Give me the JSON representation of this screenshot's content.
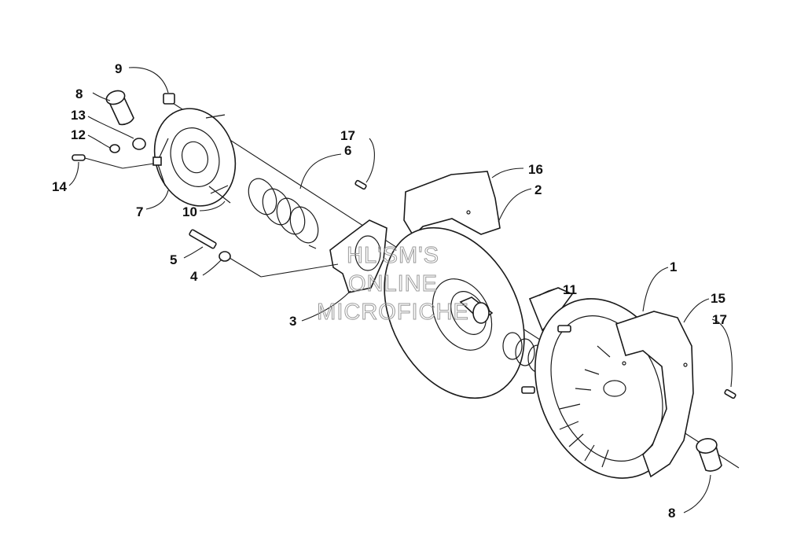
{
  "diagram": {
    "callouts": [
      {
        "id": "c1",
        "text": "1"
      },
      {
        "id": "c2",
        "text": "2"
      },
      {
        "id": "c3",
        "text": "3"
      },
      {
        "id": "c4",
        "text": "4"
      },
      {
        "id": "c5",
        "text": "5"
      },
      {
        "id": "c6",
        "text": "6"
      },
      {
        "id": "c7",
        "text": "7"
      },
      {
        "id": "c8a",
        "text": "8"
      },
      {
        "id": "c8b",
        "text": "8"
      },
      {
        "id": "c9",
        "text": "9"
      },
      {
        "id": "c10",
        "text": "10"
      },
      {
        "id": "c11",
        "text": "11"
      },
      {
        "id": "c12",
        "text": "12"
      },
      {
        "id": "c13",
        "text": "13"
      },
      {
        "id": "c14",
        "text": "14"
      },
      {
        "id": "c15",
        "text": "15"
      },
      {
        "id": "c16",
        "text": "16"
      },
      {
        "id": "c17a",
        "text": "17"
      },
      {
        "id": "c17b",
        "text": "17"
      }
    ],
    "watermark": [
      "HL'SM'S",
      "ONLINE",
      "MICROFICHE"
    ]
  }
}
